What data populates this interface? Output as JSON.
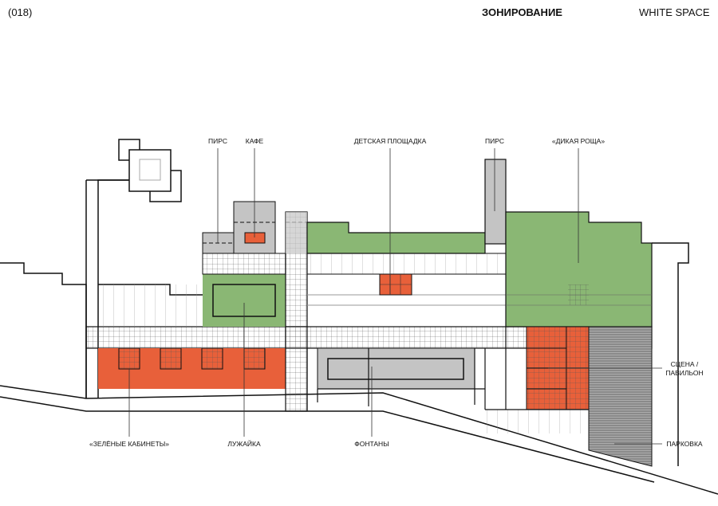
{
  "header": {
    "page_number": "(018)",
    "title": "ЗОНИРОВАНИЕ",
    "brand": "WHITE SPACE"
  },
  "labels": {
    "pier_left": "ПИРС",
    "cafe": "КАФЕ",
    "playground": "ДЕТСКАЯ ПЛОЩАДКА",
    "pier_right": "ПИРС",
    "wild_grove": "«ДИКАЯ РОЩА»",
    "stage_line1": "СЦЕНА /",
    "stage_line2": "ПАВИЛЬОН",
    "parking": "ПАРКОВКА",
    "green_cabinets": "«ЗЕЛЁНЫЕ КАБИНЕТЫ»",
    "lawn": "ЛУЖАЙКА",
    "fountains": "ФОНТАНЫ"
  },
  "colors": {
    "green": "#8ab774",
    "orange": "#e8603a",
    "grey": "#c4c4c4",
    "parking": "#8a8a8a"
  }
}
